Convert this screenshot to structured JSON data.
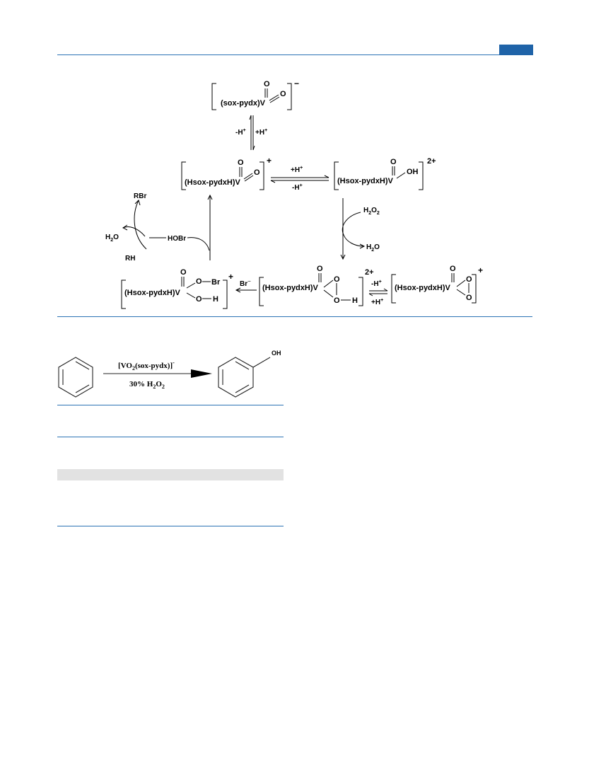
{
  "scheme": {
    "complex_top": {
      "label": "(sox-pydx)V",
      "oxo_a": "O",
      "oxo_b": "O",
      "charge": "−"
    },
    "eq_vertical": {
      "left": "-H",
      "right": "+H",
      "sup": "+"
    },
    "complex_mid_left": {
      "label": "(Hsox-pydxH)V",
      "oxo_a": "O",
      "oxo_b": "O",
      "charge": "+"
    },
    "eq_horizontal": {
      "top": "+H",
      "bottom": "-H",
      "sup": "+"
    },
    "complex_mid_right": {
      "label": "(Hsox-pydxH)V",
      "oxo": "O",
      "oh": "OH",
      "charge": "2+"
    },
    "h2o2_step": {
      "reagent": "H",
      "reagent_sub": "2",
      "reagent_mid": "O",
      "reagent_sub2": "2",
      "product": "H",
      "product_sub": "2",
      "product_tail": "O"
    },
    "bromination_cycle": {
      "rbr": "RBr",
      "h2o": "H",
      "h2o_sub": "2",
      "h2o_tail": "O",
      "rh": "RH",
      "hobr": "HOBr"
    },
    "complex_bottom_left": {
      "label": "(Hsox-pydxH)V",
      "oxo": "O",
      "obr_o": "O",
      "obr_br": "Br",
      "oh_o": "O",
      "oh_h": "H",
      "charge": "+"
    },
    "bromide": {
      "label": "Br",
      "charge": "−"
    },
    "complex_bottom_mid": {
      "label": "(Hsox-pydxH)V",
      "oxo": "O",
      "peroxo_o1": "O",
      "peroxo_o2": "O",
      "h": "H",
      "charge": "2+"
    },
    "eq_bottom": {
      "top": "-H",
      "bottom": "+H",
      "sup": "+"
    },
    "complex_bottom_right": {
      "label": "(Hsox-pydxH)V",
      "oxo": "O",
      "peroxo_o1": "O",
      "peroxo_o2": "O",
      "charge": "+"
    }
  },
  "reaction": {
    "catalyst_pre": "[VO",
    "catalyst_sub": "2",
    "catalyst_post": "(sox-pydx)]",
    "catalyst_sup": "-",
    "oxidant_pre": "30% H",
    "oxidant_sub": "2",
    "oxidant_mid": "O",
    "oxidant_sub2": "2",
    "product_oh": "OH"
  }
}
